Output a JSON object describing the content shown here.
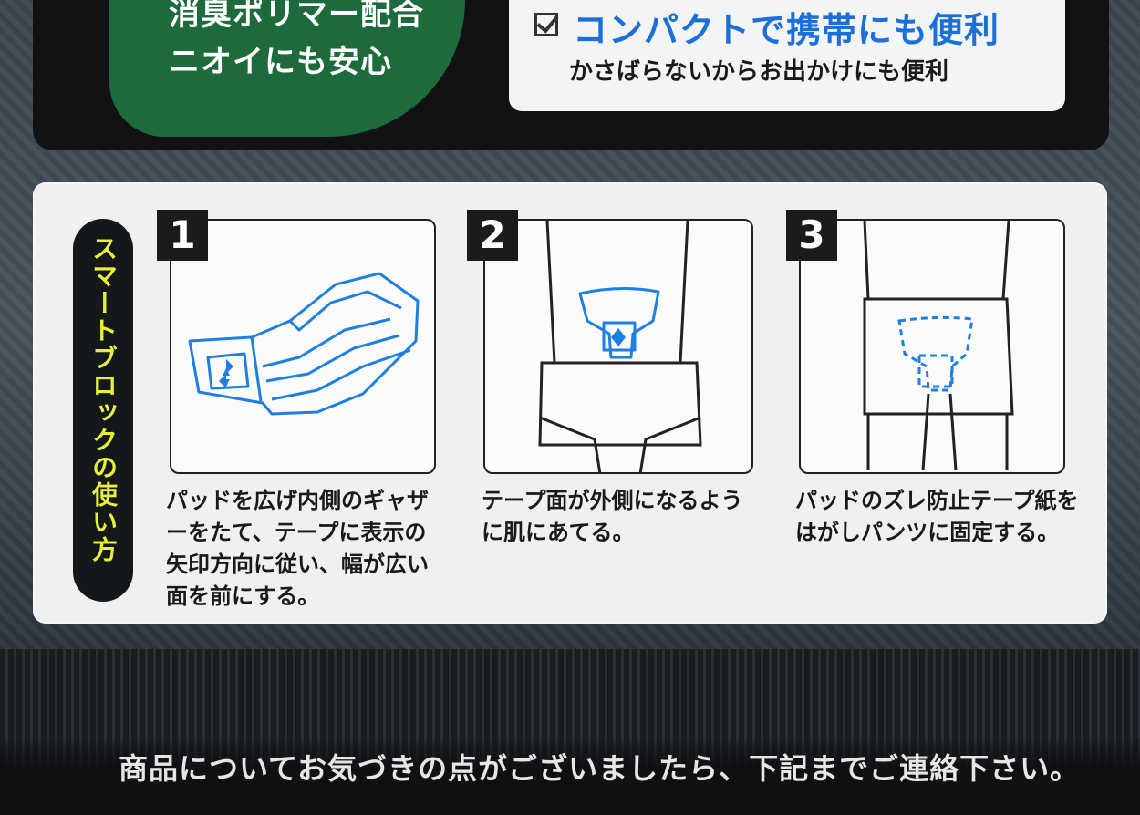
{
  "top": {
    "green_line_1": "消臭ポリマー配合",
    "green_line_2": "ニオイにも安心",
    "feature_title": "コンパクトで携帯にも便利",
    "feature_sub": "かさばらないからお出かけにも便利"
  },
  "panel": {
    "side_title": "スマートブロックの使い方",
    "steps": [
      {
        "number": "1",
        "text": "パッドを広げ内側のギャザーをたて、テープに表示の矢印方向に従い、幅が広い面を前にする。"
      },
      {
        "number": "2",
        "text": "テープ面が外側になるように肌にあてる。"
      },
      {
        "number": "3",
        "text": "パッドのズレ防止テープ紙をはがしパンツに固定する。"
      }
    ]
  },
  "bottom": {
    "notice": "商品についてお気づきの点がございましたら、下記までご連絡下さい。"
  },
  "colors": {
    "accent_blue": "#1c6fd6",
    "accent_green": "#1d6b3c",
    "accent_yellow": "#e8f03a",
    "panel_bg": "#eef0f1"
  },
  "icons": [
    "check-icon",
    "pad-icon",
    "body-front-icon",
    "pants-pad-icon"
  ]
}
